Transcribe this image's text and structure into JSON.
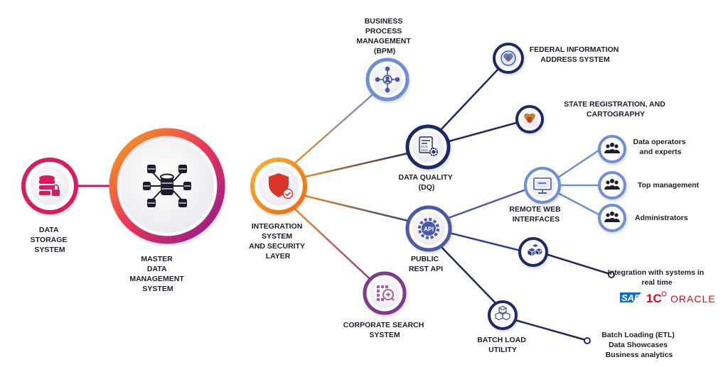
{
  "nodes": {
    "data_storage": {
      "lines": [
        "DATA",
        "STORAGE",
        "SYSTEM"
      ],
      "icon": "database-lock-icon"
    },
    "mdm": {
      "lines": [
        "MASTER",
        "DATA",
        "MANAGEMENT",
        "SYSTEM"
      ],
      "icon": "database-network-icon"
    },
    "integration": {
      "lines": [
        "INTEGRATION",
        "SYSTEM",
        "AND SECURITY",
        "LAYER"
      ],
      "icon": "shield-check-icon"
    },
    "bpm": {
      "lines": [
        "BUSINESS",
        "PROCESS",
        "MANAGEMENT",
        "(BPM)"
      ],
      "icon": "user-network-icon"
    },
    "dq": {
      "lines": [
        "DATA QUALITY",
        "(DQ)"
      ],
      "icon": "document-gears-icon"
    },
    "rest_api": {
      "lines": [
        "PUBLIC",
        "REST API"
      ],
      "icon": "api-gear-icon",
      "badge": "API"
    },
    "search": {
      "lines": [
        "CORPORATE SEARCH",
        "SYSTEM"
      ],
      "icon": "search-grid-icon"
    },
    "fias": {
      "lines": [
        "FEDERAL INFORMATION",
        "ADDRESS SYSTEM"
      ],
      "icon": "federal-emblem-icon"
    },
    "rosreestr": {
      "lines": [
        "STATE REGISTRATION, AND",
        "CARTOGRAPHY"
      ],
      "icon": "coat-of-arms-icon"
    },
    "remote_web": {
      "lines": [
        "REMOTE WEB",
        "INTERFACES"
      ],
      "icon": "monitor-icon"
    },
    "operators": {
      "lines": [
        "Data operators",
        "and experts"
      ],
      "icon": "people-group-icon"
    },
    "top_mgmt": {
      "lines": [
        "Top management"
      ],
      "icon": "people-group-icon"
    },
    "admins": {
      "lines": [
        "Administrators"
      ],
      "icon": "people-group-icon"
    },
    "realtime": {
      "lines": [
        "Integration with systems in",
        "real time"
      ],
      "icon": "cubes-icon"
    },
    "batch_load": {
      "lines": [
        "BATCH LOAD",
        "UTILITY"
      ],
      "icon": "boxes-icon"
    },
    "batch_targets": {
      "lines": [
        "Batch Loading (ETL)",
        "Data Showcases",
        "Business analytics"
      ]
    }
  },
  "logos": {
    "sap": "SAP",
    "onec": "1С",
    "oracle": "ORACLE"
  },
  "colors": {
    "red": "#d91a5f",
    "magenta": "#b0136e",
    "orange": "#f28c1e",
    "blue_dark": "#1f2a63",
    "blue_mid": "#4a5aa8",
    "blue_light": "#6e8fd6",
    "purple": "#7e3a8c"
  }
}
